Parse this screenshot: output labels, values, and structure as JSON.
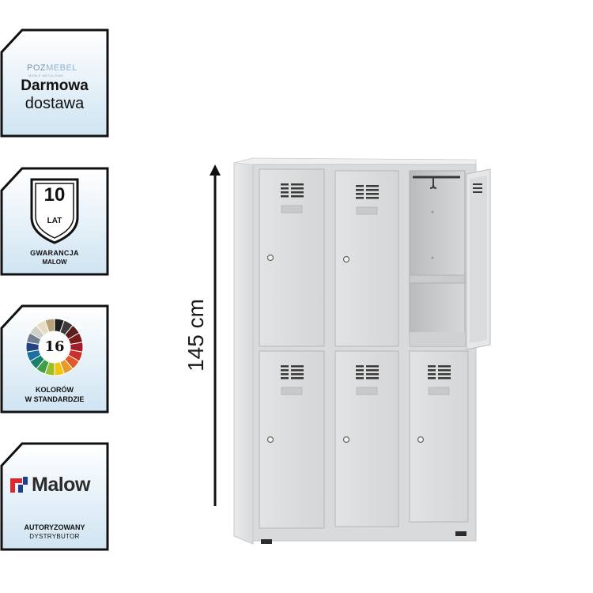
{
  "badges": {
    "delivery": {
      "logo_brand": "POZMEBEL",
      "logo_tagline": "MEBLE METALOWE",
      "line1": "Darmowa",
      "line2": "dostawa"
    },
    "warranty": {
      "years": "10",
      "unit": "LAT",
      "line1": "GWARANCJA",
      "line2": "MALOW"
    },
    "colors": {
      "count": "16",
      "line1": "KOLORÓW",
      "line2": "W STANDARDZIE",
      "palette": [
        "#1f1f1f",
        "#3b3b3b",
        "#5a1e1e",
        "#7a1b1b",
        "#a41c2a",
        "#c9302c",
        "#e05a2b",
        "#e89a2a",
        "#f1c40f",
        "#9bbf2b",
        "#3f9e46",
        "#1a7f6b",
        "#1a6fa3",
        "#23427f",
        "#6f7f8f",
        "#cfcfc7",
        "#e8dcc0",
        "#b9a27a"
      ]
    },
    "dealer": {
      "brand": "Malow",
      "line1": "AUTORYZOWANY",
      "line2": "DYSTRYBUTOR"
    }
  },
  "product": {
    "height_label": "145 cm"
  },
  "colors": {
    "badge_border": "#111111",
    "badge_gradient_top": "#ffffff",
    "badge_gradient_bottom": "#cfe4f2",
    "malow_red": "#e3262e",
    "malow_blue": "#1d3f8f",
    "locker_body": "#dcdedf",
    "locker_door": "#e4e5e6"
  }
}
